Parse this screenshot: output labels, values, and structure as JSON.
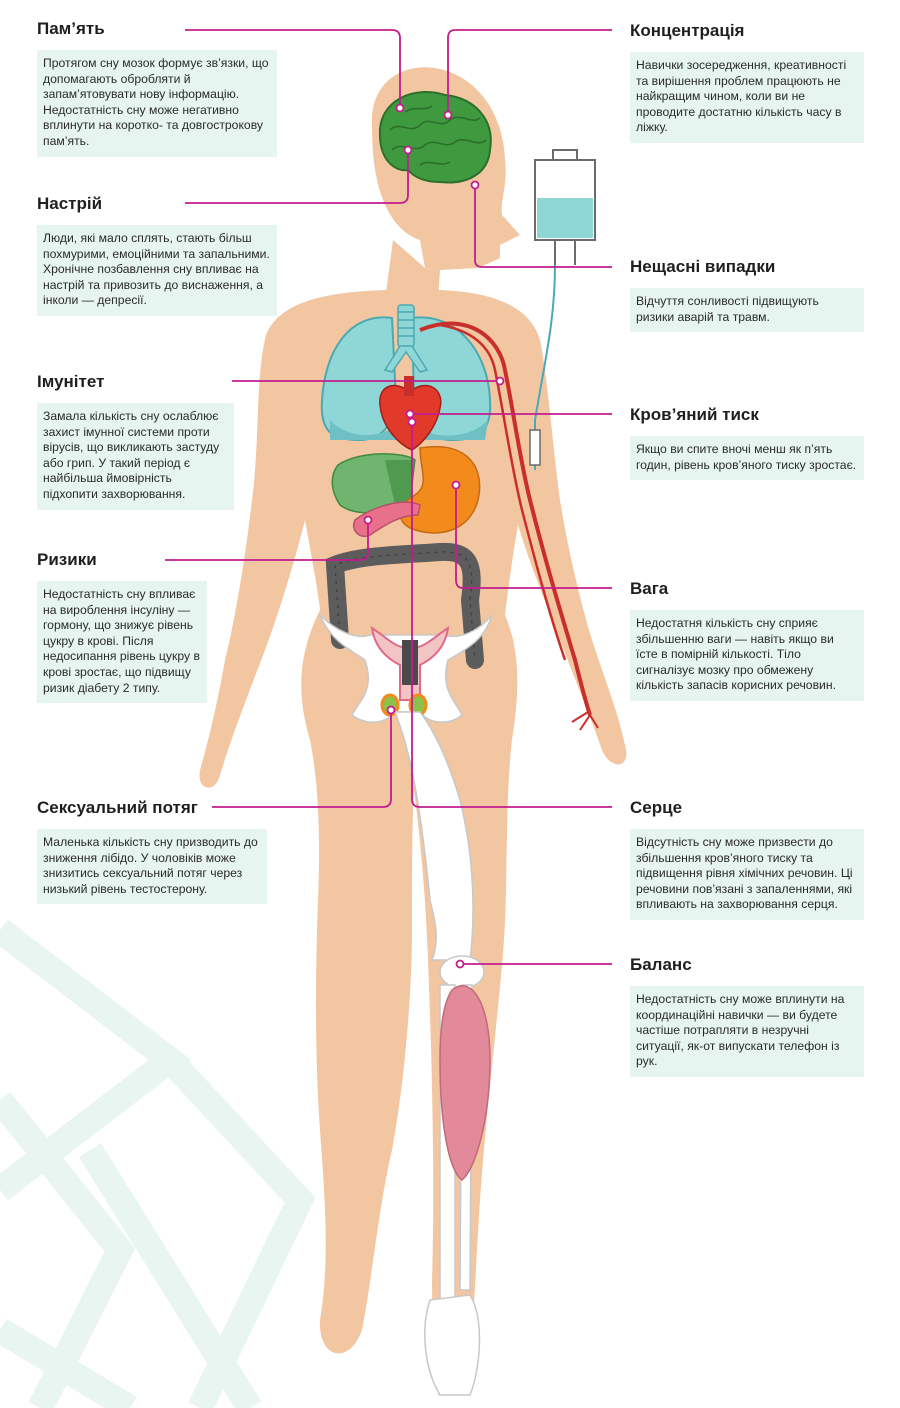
{
  "colors": {
    "accent_line": "#c21c8f",
    "panel_bg": "#e7f5f1",
    "skin": "#f3c6a2",
    "brain": "#3f9a3f",
    "lungs": "#8fd6d6",
    "heart": "#e23a2a",
    "liver": "#6fb56f",
    "stomach": "#f28b1c",
    "intestine": "#5c5c5c",
    "muscle": "#e38a9a",
    "bone": "#ffffff",
    "watermark": "#e9f5f1"
  },
  "left_sections": [
    {
      "title": "Пам’ять",
      "text": "Протягом сну мозок формує зв’язки, що допомагають обробляти й запам’ятовувати нову інформацію. Недостатність сну може негативно вплинути на коротко- та довгострокову пам’ять."
    },
    {
      "title": "Настрій",
      "text": "Люди, які мало сплять, стають більш похмурими, емоційними та запальними. Хронічне позбавлення сну впливає на настрій та привозить до виснаження, а інколи — депресії."
    },
    {
      "title": "Імунітет",
      "text": "Замала кількість сну ослаблює захист імунної системи проти вірусів, що викликають застуду або грип. У такий період є найбільша ймовірність підхопити захворювання."
    },
    {
      "title": "Ризики",
      "text": "Недостатність сну впливає на вироблення інсуліну — гормону, що знижує рівень цукру в крові. Після недосипання рівень цукру в крові зростає, що підвищу ризик діабету 2 типу."
    },
    {
      "title": "Сексуальний потяг",
      "text": "Маленька кількість сну призводить до зниження лібідо. У чоловіків може знизитись сексуальний потяг через низький рівень тестостерону."
    }
  ],
  "right_sections": [
    {
      "title": "Концентрація",
      "text": "Навички зосередження, креативності та вирішення проблем працюють не найкращим чином, коли ви не проводите достатню кількість часу в ліжку."
    },
    {
      "title": "Нещасні випадки",
      "text": "Відчуття сонливості підвищують ризики аварій та травм."
    },
    {
      "title": "Кров’яний тиск",
      "text": "Якщо ви спите вночі менш як п’ять годин, рівень кров’яного тиску зростає."
    },
    {
      "title": "Вага",
      "text": "Недостатня кількість сну сприяє збільшенню ваги — навіть якщо ви їсте в помірній кількості. Тіло сигналізує мозку про обмежену кількість запасів корисних речовин."
    },
    {
      "title": "Серце",
      "text": "Відсутність сну може призвести до збільшення кров’яного тиску та підвищення рівня хімічних речовин. Ці речовини пов’язані з запаленнями, які впливають на захворювання серця."
    },
    {
      "title": "Баланс",
      "text": "Недостатність сну може вплинути на координаційні навички — ви будете частіше потрапляти в незручні ситуації, як-от випускати телефон із рук."
    }
  ]
}
